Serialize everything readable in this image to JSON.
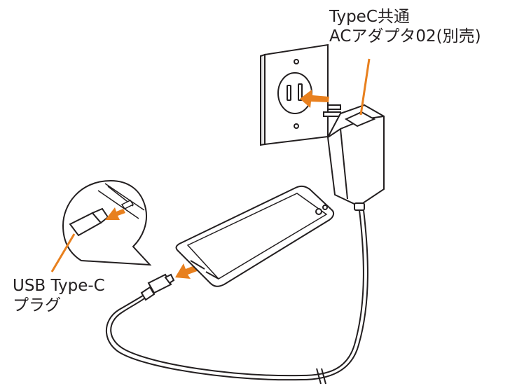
{
  "labels": {
    "adapter_line1": "TypeC共通",
    "adapter_line2": "ACアダプタ02(別売)",
    "plug_line1": "USB Type-C",
    "plug_line2": "プラグ"
  },
  "colors": {
    "accent_orange": "#e8801e",
    "outline": "#231f20",
    "adapter_fill": "#ffffff",
    "background": "#ffffff"
  }
}
